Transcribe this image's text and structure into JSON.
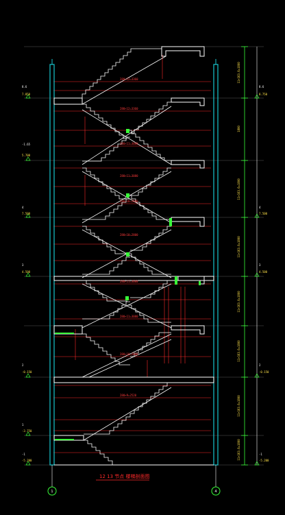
{
  "drawing": {
    "title": "12  13 节点  楼梯剖面图",
    "axes": [
      "1",
      "4"
    ],
    "left_levels": [
      {
        "label": "8.6",
        "sub": "7.850"
      },
      {
        "label": "-1.65",
        "sub": "5.700"
      },
      {
        "label": "4",
        "sub": "7.500"
      },
      {
        "label": "3",
        "sub": "4.500"
      },
      {
        "label": "2",
        "sub": "-0.150"
      },
      {
        "label": "1",
        "sub": "-3.750"
      },
      {
        "label": "-1",
        "sub": "-5.200"
      }
    ],
    "right_levels": [
      {
        "label": "8.6",
        "sub": "8.750"
      },
      {
        "label": "4",
        "sub": "7.500"
      },
      {
        "label": "3",
        "sub": "4.500"
      },
      {
        "label": "2",
        "sub": "-0.150"
      },
      {
        "label": "-1",
        "sub": "-5.200"
      }
    ],
    "flight_labels": [
      "280×12=3360",
      "280×12=3360",
      "280×11=3080",
      "280×11=3080",
      "280×10=2800",
      "280×10=2800",
      "280×11=3080",
      "280×11=3080",
      "280×10=2800",
      "280×9=2520"
    ],
    "right_dims": [
      "11×163.6=1800",
      "1800",
      "11×163.6=1800",
      "11×163.6=1800",
      "11×163.6=1800",
      "11×163.6=1800",
      "11×163.6=1800",
      "11×163.6=1800"
    ],
    "colors": {
      "background": "#000000",
      "wall": "#18c7d0",
      "slab": "#ffffff",
      "stair": "#ffffff",
      "dim_red": "#ff2a2a",
      "dim_green": "#39ff39",
      "text_yellow": "#ffe24a"
    }
  }
}
